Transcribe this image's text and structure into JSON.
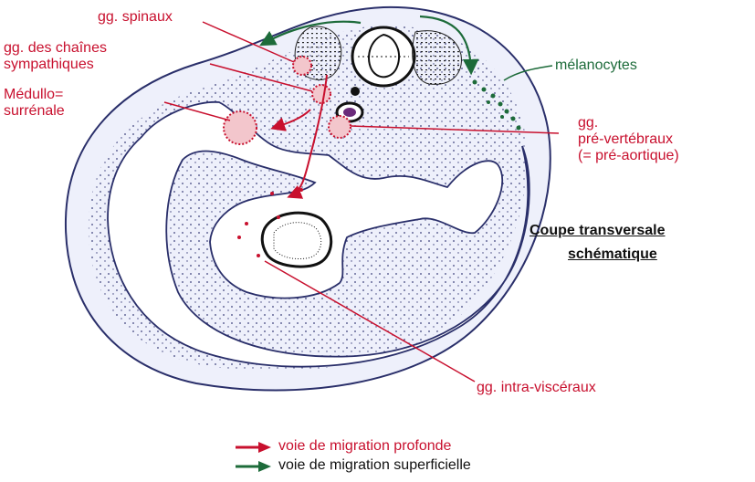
{
  "labels": {
    "gg_spinaux": "gg. spinaux",
    "gg_chaines_1": "gg. des chaînes",
    "gg_chaines_2": "sympathiques",
    "medullo_1": "Médullo=",
    "medullo_2": "surrénale",
    "melanocytes": "mélanocytes",
    "prevert_1": "gg.",
    "prevert_2": "pré-vertébraux",
    "prevert_3": "(= pré-aortique)",
    "intra": "gg. intra-viscéraux"
  },
  "title": {
    "line1": "Coupe transversale",
    "line2": "schématique"
  },
  "legend": [
    {
      "text": "voie de migration profonde",
      "color": "#c8102e"
    },
    {
      "text": "voie de migration superficielle",
      "color": "#1d6b3a"
    }
  ],
  "colors": {
    "red": "#c8102e",
    "green": "#1d6b3a",
    "outline": "#2a2f6a"
  }
}
